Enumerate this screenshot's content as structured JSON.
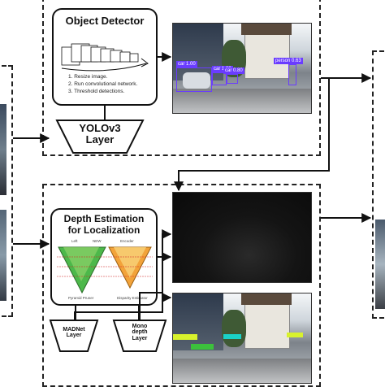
{
  "object_detector": {
    "title": "Object Detector",
    "steps": [
      "1. Resize image.",
      "2. Run convolutional network.",
      "3. Threshold detections."
    ],
    "layer_label_line1": "YOLOv3",
    "layer_label_line2": "Layer",
    "detections": [
      {
        "label": "car 1.00"
      },
      {
        "label": "car 1.00"
      },
      {
        "label": "car 0.80"
      },
      {
        "label": "person 0.63"
      }
    ]
  },
  "depth_estimation": {
    "title_line1": "Depth Estimation",
    "title_line2": "for Localization",
    "pyramid_left_labels": [
      "Left",
      "NEW",
      "Pyramid Pruner"
    ],
    "pyramid_right_labels": [
      "Encoder",
      "Disparity Estimator"
    ],
    "layer1_line1": "MADNet",
    "layer1_line2": "Layer",
    "layer2_line1": "Mono",
    "layer2_line2": "depth",
    "layer2_line3": "Layer"
  },
  "colors": {
    "detection_box": "#6a3cff",
    "pyramid_green": "#4cb84a",
    "pyramid_orange": "#f2a33a",
    "depth_bar_colors": [
      "#d9f22c",
      "#3cc13c",
      "#1ad1c8"
    ]
  }
}
